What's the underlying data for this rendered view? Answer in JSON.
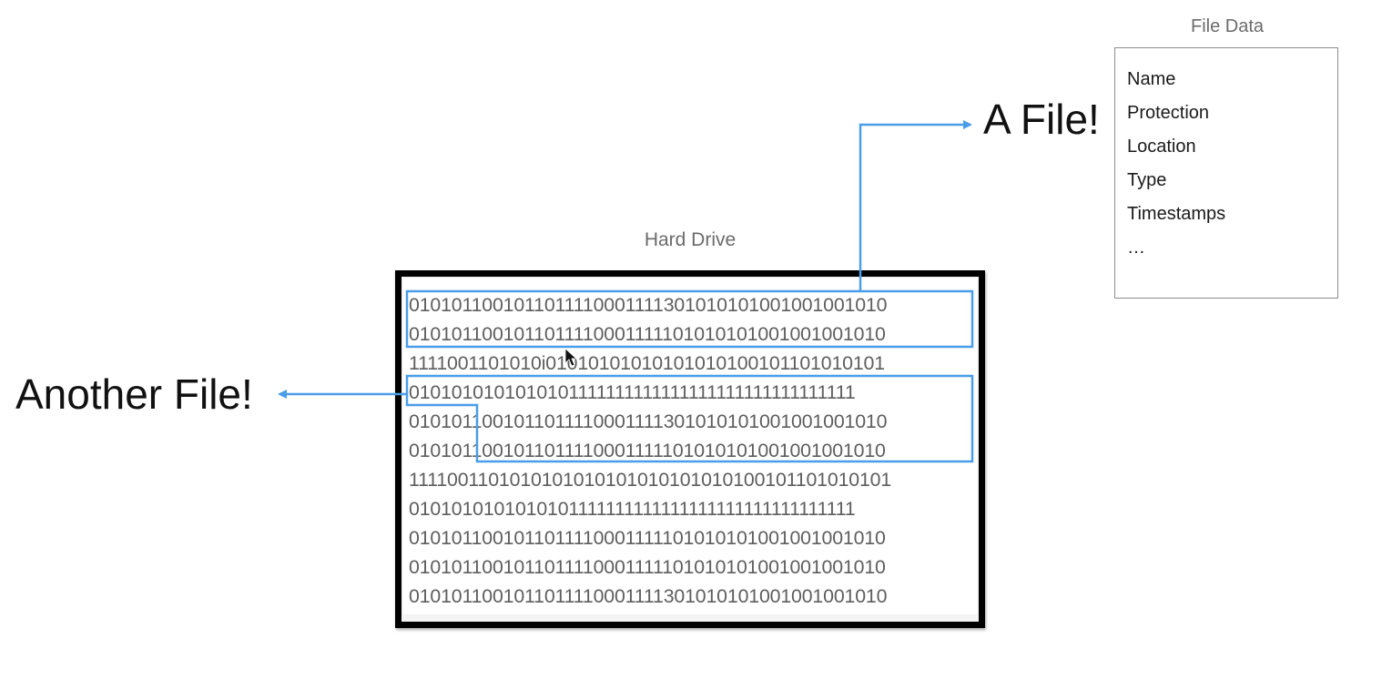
{
  "labels": {
    "file_data_title": "File Data",
    "a_file": "A File!",
    "another_file": "Another File!",
    "hard_drive_title": "Hard Drive"
  },
  "file_data_items": [
    "Name",
    "Protection",
    "Location",
    "Type",
    "Timestamps",
    "…"
  ],
  "hard_drive_rows": [
    "0101011001011011110001111301010101001001001010",
    "0101011001011011110001111101010101001001001010",
    "1111001101010i01010101010101010100101101010101",
    "0101010101010101111111111111111111111111111111",
    "0101011001011011110001111301010101001001001010",
    "0101011001011011110001111101010101001001001010",
    "1111001101010101010101010101010100101101010101",
    "0101010101010101111111111111111111111111111111",
    "0101011001011011110001111101010101001001001010",
    "0101011001011011110001111101010101001001001010",
    "0101011001011011110001111301010101001001001010"
  ],
  "colors": {
    "accent": "#4a9de8",
    "frame": "#000000",
    "binary_text": "#5e5e5e"
  }
}
